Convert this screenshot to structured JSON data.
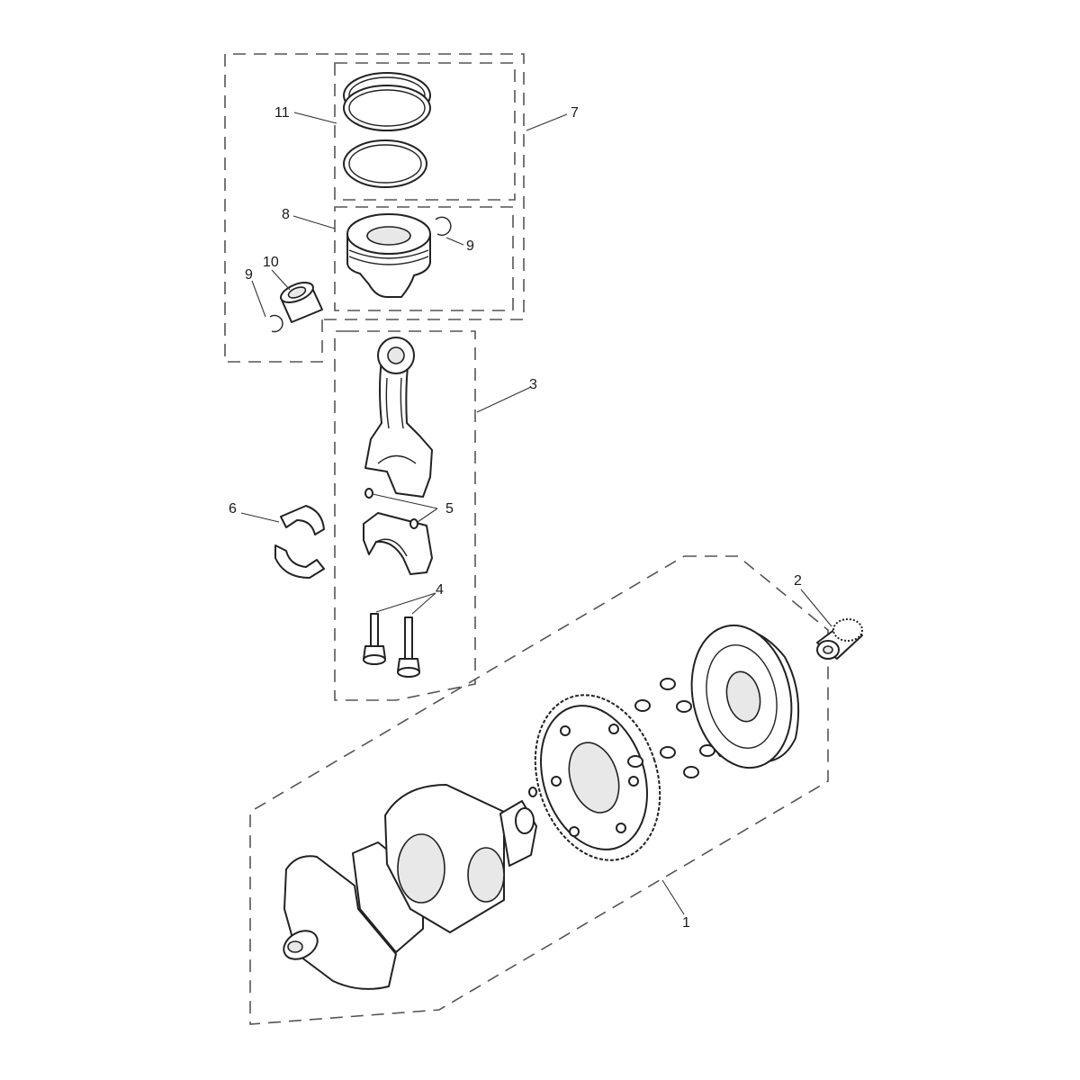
{
  "diagram": {
    "callouts": {
      "c1": "1",
      "c2": "2",
      "c3": "3",
      "c4": "4",
      "c5": "5",
      "c6": "6",
      "c7": "7",
      "c8": "8",
      "c9a": "9",
      "c9b": "9",
      "c10": "10",
      "c11": "11"
    },
    "parts": [
      {
        "id": "crankshaft",
        "icon": "crankshaft-icon"
      },
      {
        "id": "needle-bearing",
        "icon": "bearing-icon"
      },
      {
        "id": "connecting-rod",
        "icon": "connecting-rod-icon"
      },
      {
        "id": "con-rod-bolts",
        "icon": "bolt-icon"
      },
      {
        "id": "dowels",
        "icon": "dowel-icon"
      },
      {
        "id": "big-end-shells",
        "icon": "bearing-shell-icon"
      },
      {
        "id": "piston-assembly",
        "icon": "piston-icon"
      },
      {
        "id": "piston",
        "icon": "piston-icon"
      },
      {
        "id": "circlip",
        "icon": "circlip-icon"
      },
      {
        "id": "gudgeon-pin",
        "icon": "pin-icon"
      },
      {
        "id": "piston-rings",
        "icon": "ring-icon"
      }
    ]
  }
}
